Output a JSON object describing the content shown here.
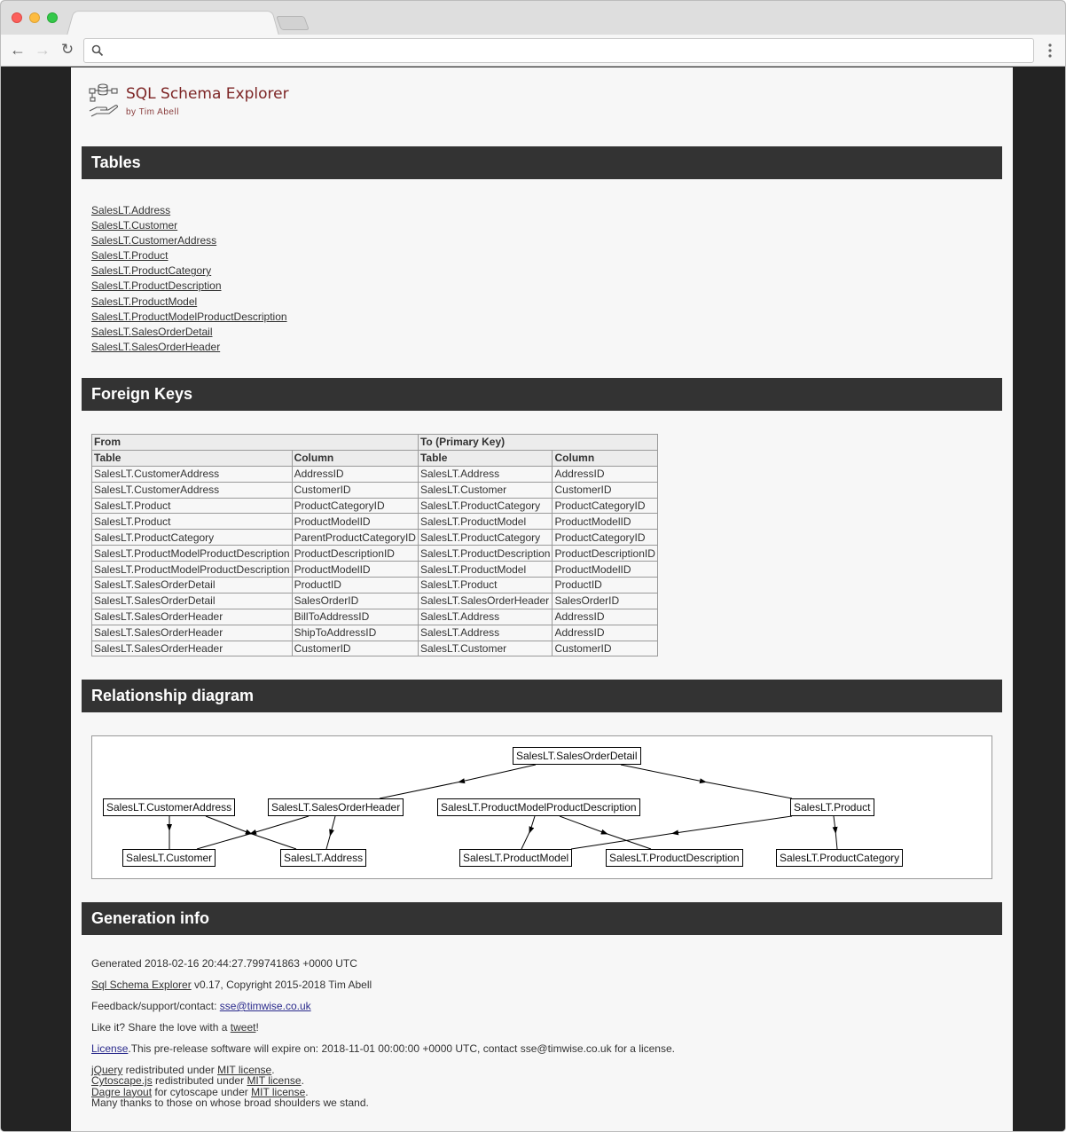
{
  "browser": {
    "url": ""
  },
  "header": {
    "title": "SQL Schema Explorer",
    "subtitle": "by Tim Abell"
  },
  "sections": {
    "tables": "Tables",
    "foreign_keys": "Foreign Keys",
    "diagram": "Relationship diagram",
    "generation": "Generation info"
  },
  "tables": [
    "SalesLT.Address",
    "SalesLT.Customer",
    "SalesLT.CustomerAddress",
    "SalesLT.Product",
    "SalesLT.ProductCategory",
    "SalesLT.ProductDescription",
    "SalesLT.ProductModel",
    "SalesLT.ProductModelProductDescription",
    "SalesLT.SalesOrderDetail",
    "SalesLT.SalesOrderHeader"
  ],
  "fk": {
    "group_from": "From",
    "group_to": "To (Primary Key)",
    "col_table": "Table",
    "col_column": "Column",
    "rows": [
      [
        "SalesLT.CustomerAddress",
        "AddressID",
        "SalesLT.Address",
        "AddressID"
      ],
      [
        "SalesLT.CustomerAddress",
        "CustomerID",
        "SalesLT.Customer",
        "CustomerID"
      ],
      [
        "SalesLT.Product",
        "ProductCategoryID",
        "SalesLT.ProductCategory",
        "ProductCategoryID"
      ],
      [
        "SalesLT.Product",
        "ProductModelID",
        "SalesLT.ProductModel",
        "ProductModelID"
      ],
      [
        "SalesLT.ProductCategory",
        "ParentProductCategoryID",
        "SalesLT.ProductCategory",
        "ProductCategoryID"
      ],
      [
        "SalesLT.ProductModelProductDescription",
        "ProductDescriptionID",
        "SalesLT.ProductDescription",
        "ProductDescriptionID"
      ],
      [
        "SalesLT.ProductModelProductDescription",
        "ProductModelID",
        "SalesLT.ProductModel",
        "ProductModelID"
      ],
      [
        "SalesLT.SalesOrderDetail",
        "ProductID",
        "SalesLT.Product",
        "ProductID"
      ],
      [
        "SalesLT.SalesOrderDetail",
        "SalesOrderID",
        "SalesLT.SalesOrderHeader",
        "SalesOrderID"
      ],
      [
        "SalesLT.SalesOrderHeader",
        "BillToAddressID",
        "SalesLT.Address",
        "AddressID"
      ],
      [
        "SalesLT.SalesOrderHeader",
        "ShipToAddressID",
        "SalesLT.Address",
        "AddressID"
      ],
      [
        "SalesLT.SalesOrderHeader",
        "CustomerID",
        "SalesLT.Customer",
        "CustomerID"
      ]
    ]
  },
  "diagram_nodes": {
    "sales_order_detail": "SalesLT.SalesOrderDetail",
    "customer_address": "SalesLT.CustomerAddress",
    "sales_order_header": "SalesLT.SalesOrderHeader",
    "product_model_product_description": "SalesLT.ProductModelProductDescription",
    "product": "SalesLT.Product",
    "customer": "SalesLT.Customer",
    "address": "SalesLT.Address",
    "product_model": "SalesLT.ProductModel",
    "product_description": "SalesLT.ProductDescription",
    "product_category": "SalesLT.ProductCategory"
  },
  "generation": {
    "generated": "Generated 2018-02-16 20:44:27.799741863 +0000 UTC",
    "app_link": "Sql Schema Explorer",
    "app_rest": " v0.17, Copyright 2015-2018 Tim Abell",
    "feedback_prefix": "Feedback/support/contact: ",
    "feedback_email": "sse@timwise.co.uk",
    "share_prefix": "Like it? Share the love with a ",
    "share_link": "tweet",
    "share_suffix": "!",
    "license_link": "License",
    "license_rest": ".This pre-release software will expire on: 2018-11-01 00:00:00 +0000 UTC, contact sse@timwise.co.uk for a license.",
    "jquery_link": "jQuery",
    "cytoscape_link": "Cytoscape.js",
    "dagre_link": "Dagre layout",
    "redistributed": " redistributed under ",
    "for_cytoscape": " for cytoscape under ",
    "mit_link": "MIT license",
    "period": ".",
    "thanks": "Many thanks to those on whose broad shoulders we stand."
  }
}
